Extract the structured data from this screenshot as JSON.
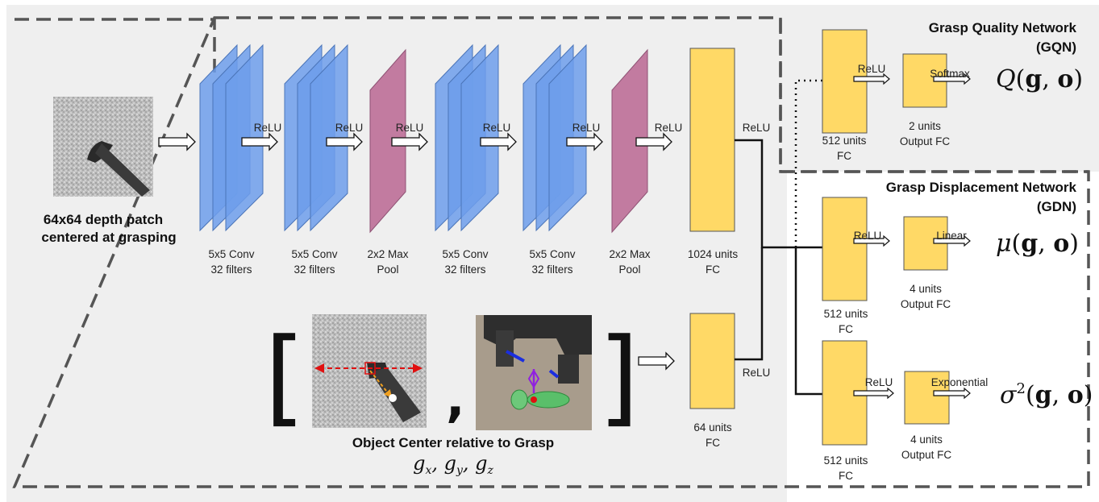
{
  "input": {
    "label_line1": "64x64 depth patch",
    "label_line2": "centered at grasping"
  },
  "layers": [
    {
      "kind": "conv",
      "line1": "5x5 Conv",
      "line2": "32 filters"
    },
    {
      "kind": "conv",
      "line1": "5x5 Conv",
      "line2": "32 filters"
    },
    {
      "kind": "pool",
      "line1": "2x2 Max",
      "line2": "Pool"
    },
    {
      "kind": "conv",
      "line1": "5x5 Conv",
      "line2": "32 filters"
    },
    {
      "kind": "conv",
      "line1": "5x5 Conv",
      "line2": "32 filters"
    },
    {
      "kind": "pool",
      "line1": "2x2 Max",
      "line2": "Pool"
    },
    {
      "kind": "fc",
      "line1": "1024 units",
      "line2": "FC"
    }
  ],
  "activations": {
    "relu": "ReLU",
    "softmax": "Softmax",
    "linear": "Linear",
    "exponential": "Exponential"
  },
  "object_center": {
    "caption": "Object Center relative to Grasp",
    "comma": ",",
    "fc_line1": "64 units",
    "fc_line2": "FC"
  },
  "gqn": {
    "title_line1": "Grasp Quality Network",
    "title_line2": "(GQN)",
    "fc_line1": "512 units",
    "fc_line2": "FC",
    "out_line1": "2 units",
    "out_line2": "Output FC"
  },
  "gdn": {
    "title_line1": "Grasp Displacement Network",
    "title_line2": "(GDN)",
    "fc1_line1": "512 units",
    "fc1_line2": "FC",
    "out1_line1": "4 units",
    "out1_line2": "Output FC",
    "fc2_line1": "512 units",
    "fc2_line2": "FC",
    "out2_line1": "4 units",
    "out2_line2": "Output FC"
  },
  "colors": {
    "conv": "#6d9eeb",
    "pool": "#c27ba0",
    "fc": "#ffd966",
    "panel": "#efefef",
    "dashed": "#555555"
  }
}
